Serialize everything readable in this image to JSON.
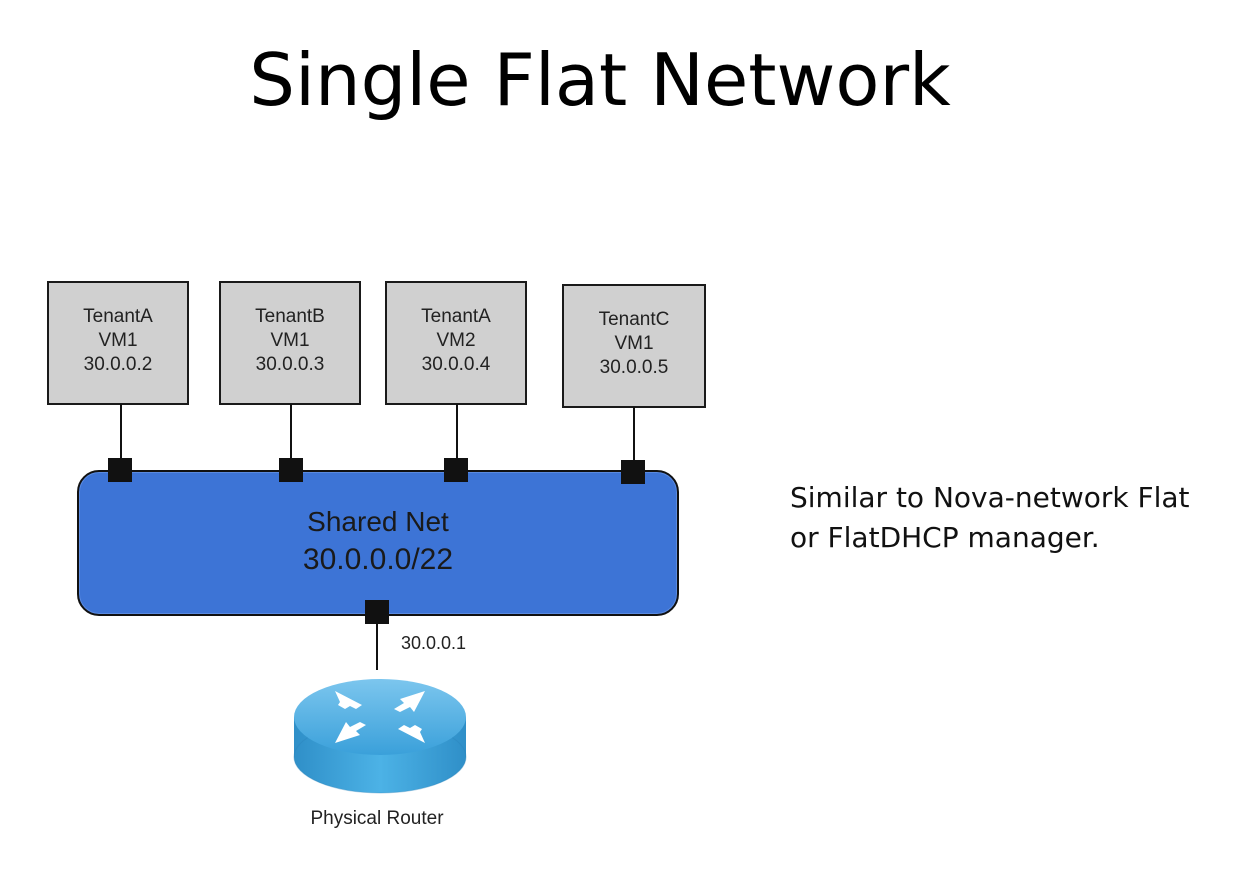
{
  "title": "Single Flat Network",
  "vms": [
    {
      "tenant": "TenantA",
      "vm": "VM1",
      "ip": "30.0.0.2"
    },
    {
      "tenant": "TenantB",
      "vm": "VM1",
      "ip": "30.0.0.3"
    },
    {
      "tenant": "TenantA",
      "vm": "VM2",
      "ip": "30.0.0.4"
    },
    {
      "tenant": "TenantC",
      "vm": "VM1",
      "ip": "30.0.0.5"
    }
  ],
  "network": {
    "name": "Shared Net",
    "cidr": "30.0.0.0/22",
    "gateway_ip": "30.0.0.1",
    "color": "#3d74d6"
  },
  "router": {
    "label": "Physical Router",
    "icon": "router-icon",
    "color": "#3fa6dc"
  },
  "note": {
    "line1": "Similar to Nova-network Flat",
    "line2": "or FlatDHCP manager."
  }
}
